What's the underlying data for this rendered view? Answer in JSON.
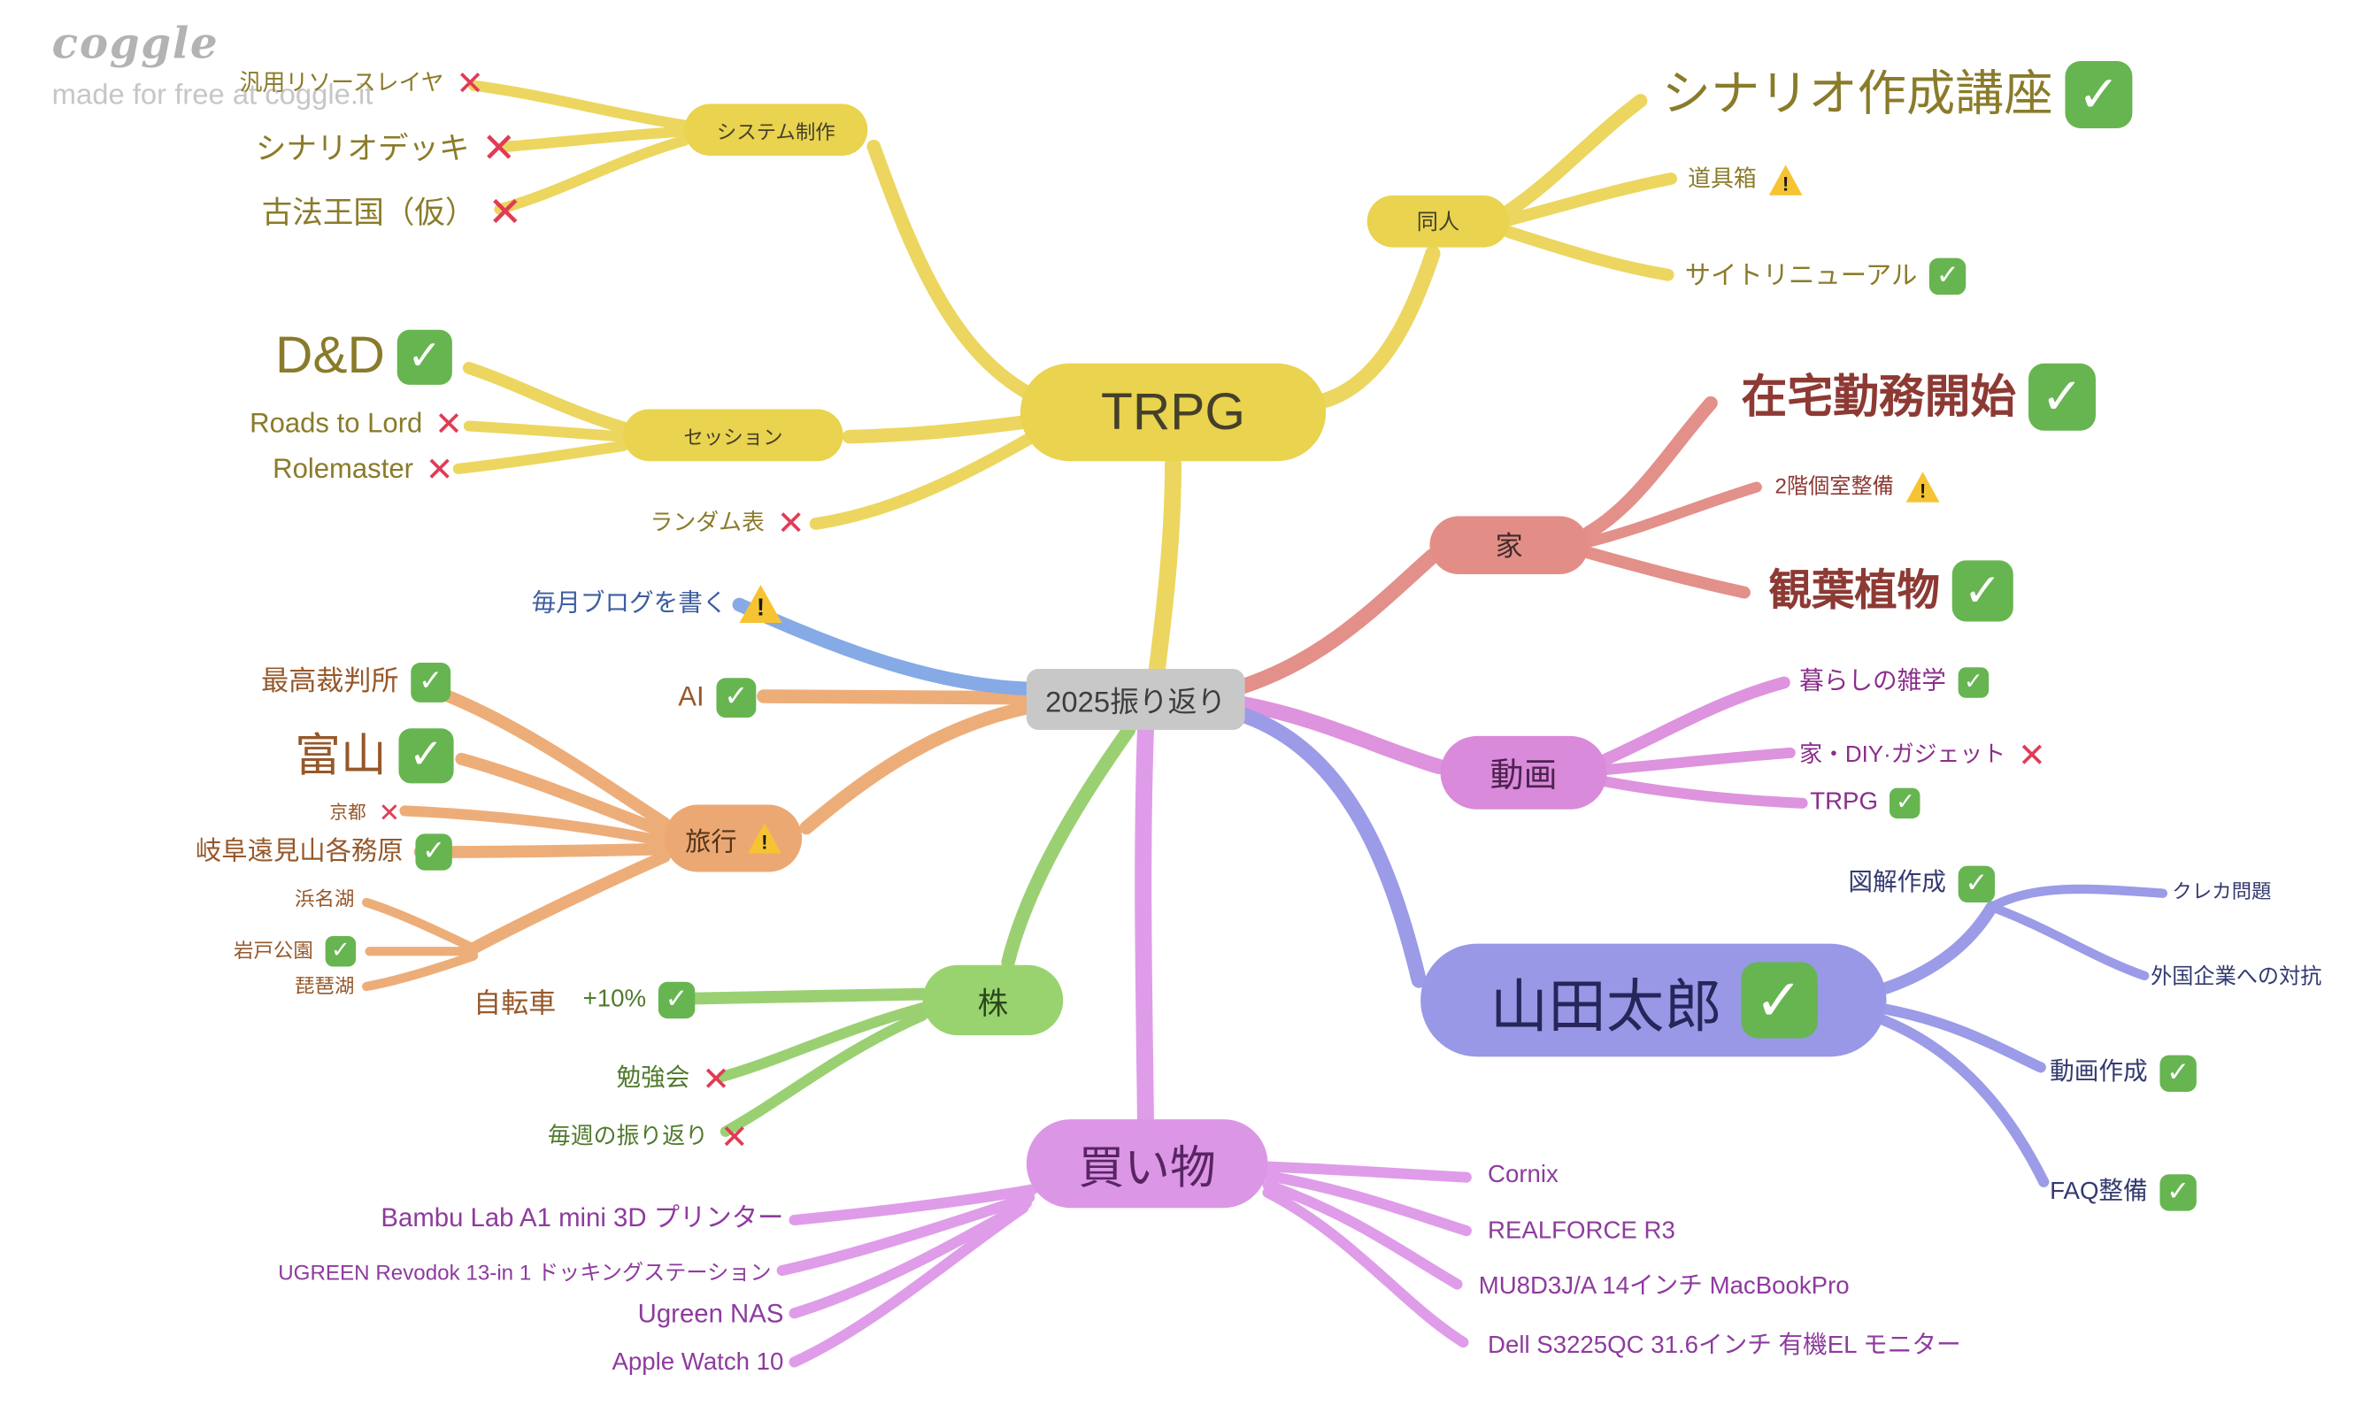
{
  "watermark": {
    "logo": "coggle",
    "tagline": "made for free at coggle.it"
  },
  "icons": {
    "check": "✓",
    "cross": "✕",
    "warn": "!"
  },
  "colors": {
    "trpg_branch": "#ecd65f",
    "home_branch": "#e29089",
    "video_branch": "#dd93dd",
    "yamada_branch": "#9b9be8",
    "shopping_branch": "#df9ce9",
    "stocks_branch": "#9ad072",
    "travel_branch": "#edad79",
    "blog_branch": "#85aae6",
    "root_fill": "#c8c8c8",
    "check_green": "#67b551",
    "cross_red": "#e23b55",
    "warn_yellow": "#f6c433"
  },
  "root": {
    "label": "2025振り返り"
  },
  "trpg": {
    "label": "TRPG",
    "system": {
      "label": "システム制作",
      "resource_layer": "汎用リソースレイヤ",
      "scenario_deck": "シナリオデッキ",
      "ancient_kingdom": "古法王国（仮）"
    },
    "session": {
      "label": "セッション",
      "dnd": "D&D",
      "roads_to_lord": "Roads to Lord",
      "rolemaster": "Rolemaster"
    },
    "random_table": "ランダム表",
    "doujin": {
      "label": "同人",
      "scenario_course": "シナリオ作成講座",
      "toolbox": "道具箱",
      "site_renewal": "サイトリニューアル"
    }
  },
  "home": {
    "label": "家",
    "remote_work": "在宅勤務開始",
    "room_setup": "2階個室整備",
    "houseplants": "観葉植物"
  },
  "video": {
    "label": "動画",
    "life_trivia": "暮らしの雑学",
    "diy_gadget": "家・DIY·ガジェット",
    "trpg": "TRPG"
  },
  "yamada": {
    "label": "山田太郎",
    "diagram": "図解作成",
    "credit_card": "クレカ問題",
    "foreign_rivals": "外国企業への対抗",
    "video_creation": "動画作成",
    "faq": "FAQ整備"
  },
  "blog": {
    "label": "毎月ブログを書く"
  },
  "ai": {
    "label": "AI"
  },
  "travel": {
    "label": "旅行",
    "supreme_court": "最高裁判所",
    "toyama": "富山",
    "kyoto": "京都",
    "gifu": "岐阜遠見山各務原",
    "bicycle": {
      "label": "自転車",
      "hamanako": "浜名湖",
      "iwato_park": "岩戸公園",
      "biwako": "琵琶湖"
    }
  },
  "stocks": {
    "label": "株",
    "plus10": "+10%",
    "study_group": "勉強会",
    "weekly_review": "毎週の振り返り"
  },
  "shopping": {
    "label": "買い物",
    "bambu": "Bambu Lab A1 mini 3D プリンター",
    "ugreen_dock": "UGREEN Revodok 13-in 1 ドッキングステーション",
    "ugreen_nas": "Ugreen NAS",
    "apple_watch": "Apple Watch 10",
    "cornix": "Cornix",
    "realforce": "REALFORCE R3",
    "macbook": "MU8D3J/A 14インチ MacBookPro",
    "dell": "Dell S3225QC 31.6インチ 有機EL モニター"
  }
}
